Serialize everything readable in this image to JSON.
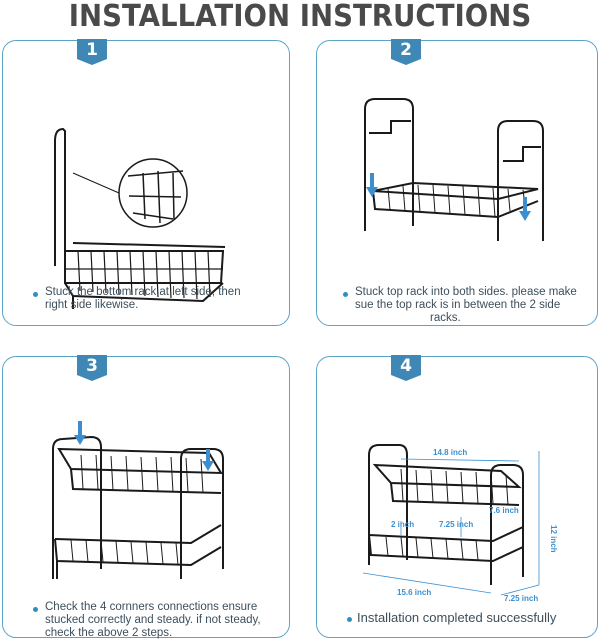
{
  "title": "INSTALLATION INSTRUCTIONS",
  "accent_color": "#5ba4c6",
  "badge_color": "#3f88b6",
  "steps": [
    {
      "number": "1",
      "caption_line1": "Stuck the bottom rack at left side, then",
      "caption_line2": "right side likewise.",
      "caption_line3": ""
    },
    {
      "number": "2",
      "caption_line1": "Stuck top rack into both sides. please make",
      "caption_line2": "sue the top rack is in between the 2 side",
      "caption_line3": "racks."
    },
    {
      "number": "3",
      "caption_line1": "Check the 4 cornners connections ensure",
      "caption_line2": "stucked correctly and steady. if not steady,",
      "caption_line3": "check the above 2 steps."
    },
    {
      "number": "4",
      "caption_line1": "Installation completed successfully",
      "caption_line2": "",
      "caption_line3": ""
    }
  ],
  "dimensions": {
    "top_width": "14.8 inch",
    "depth_top": "7.6 inch",
    "gap": "7.25 inch",
    "small": "2 inch",
    "height": "12 inch",
    "bottom_width": "15.6 inch",
    "depth_bottom": "7.25 inch"
  }
}
